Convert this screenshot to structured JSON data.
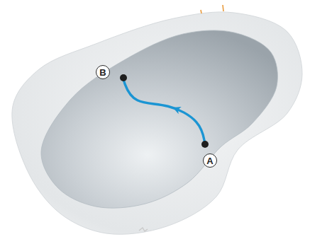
{
  "diagram": {
    "nodes": [
      {
        "text": [
          "B"
        ]
      },
      {
        "text": [
          "A"
        ]
      }
    ],
    "edges": [
      {
        "from": 1,
        "to": 0,
        "arrow": "to"
      }
    ]
  }
}
